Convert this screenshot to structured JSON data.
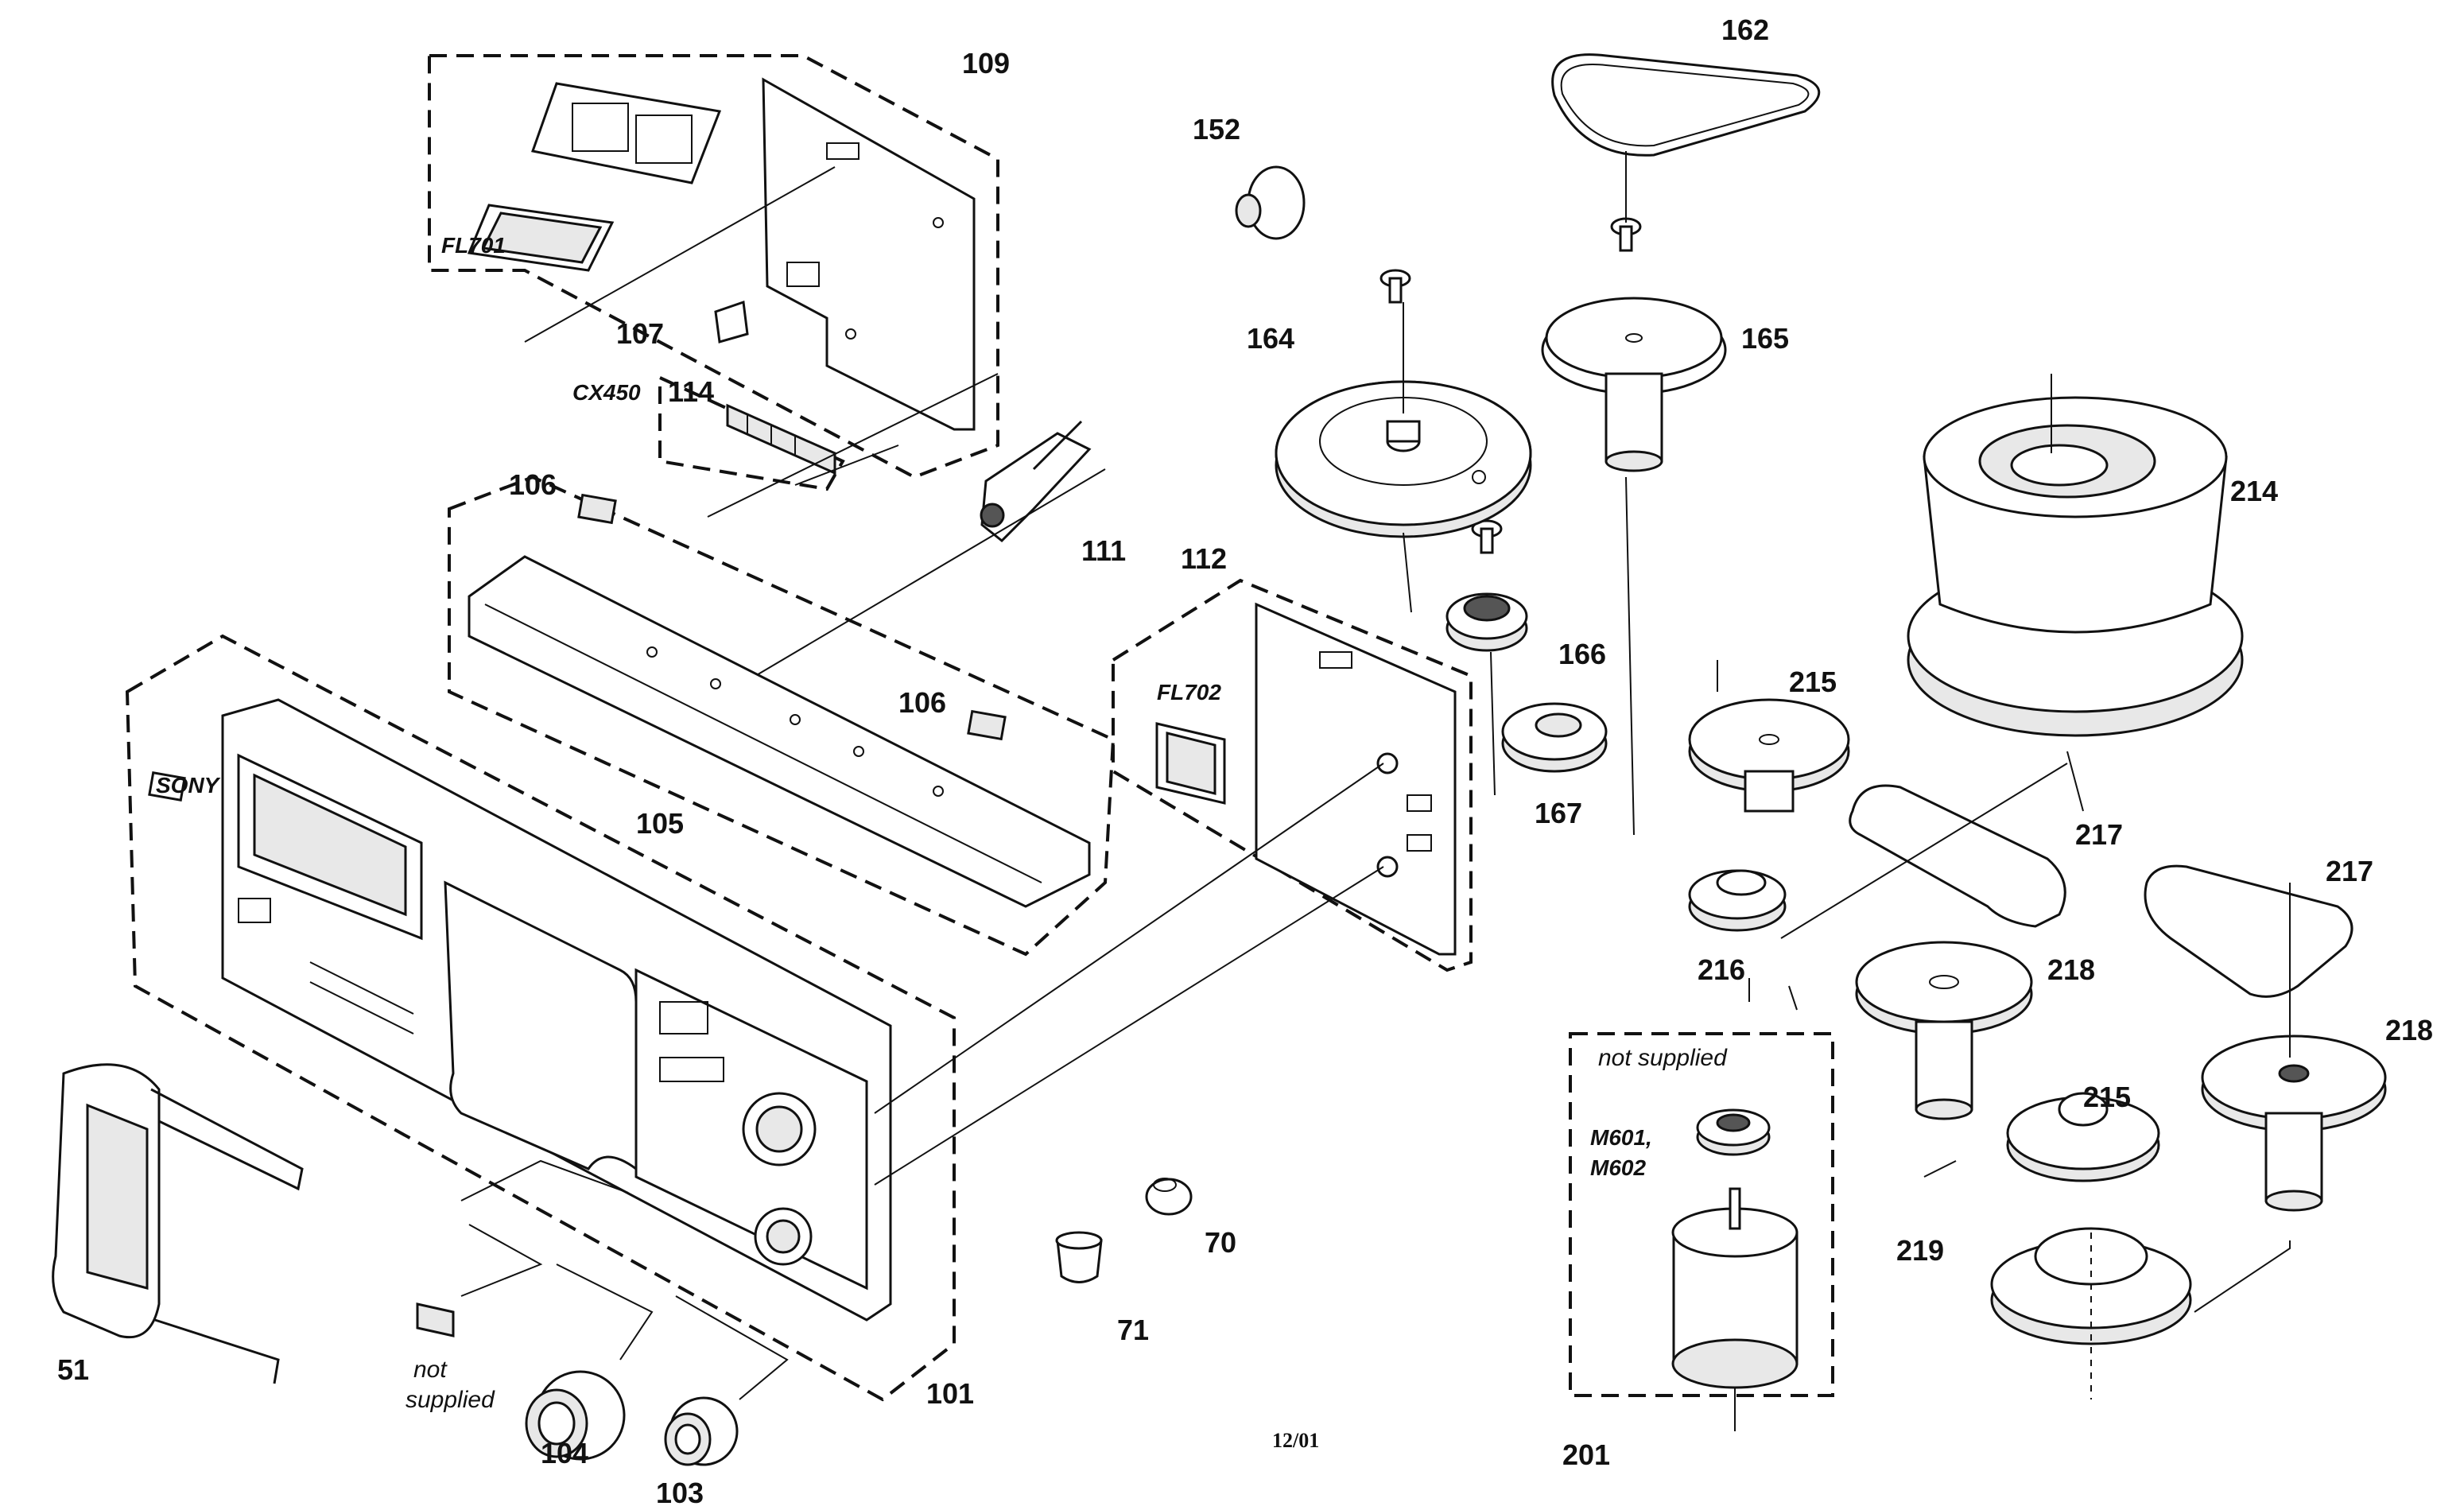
{
  "labels": {
    "p51": "51",
    "p70": "70",
    "p71": "71",
    "p101": "101",
    "p103": "103",
    "p104": "104",
    "p105": "105",
    "p106a": "106",
    "p106b": "106",
    "p107": "107",
    "p109": "109",
    "p111": "111",
    "p112": "112",
    "p114": "114",
    "p152": "152",
    "p162": "162",
    "p164": "164",
    "p165": "165",
    "p166": "166",
    "p167": "167",
    "p201": "201",
    "p214": "214",
    "p215a": "215",
    "p215b": "215",
    "p216": "216",
    "p217a": "217",
    "p217b": "217",
    "p218a": "218",
    "p218b": "218",
    "p219": "219"
  },
  "refs": {
    "fl701": "FL701",
    "fl702": "FL702",
    "cx450": "CX450",
    "m601": "M601,",
    "m602": "M602"
  },
  "notes": {
    "not_supplied_1": "not supplied",
    "not_supplied_2_line1": "not",
    "not_supplied_2_line2": "supplied"
  },
  "footer": {
    "date": "12/01"
  },
  "brand": {
    "logo": "SONY"
  }
}
